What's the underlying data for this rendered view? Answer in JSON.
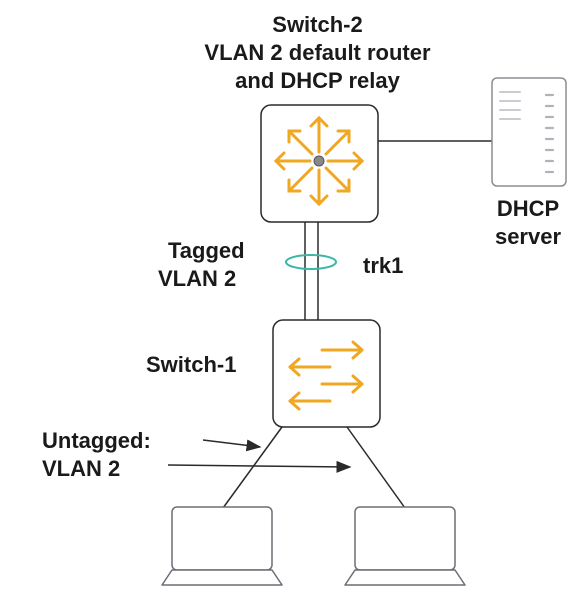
{
  "switch2": {
    "name": "Switch-2",
    "role_line1": "VLAN 2 default router",
    "role_line2": "and DHCP relay"
  },
  "dhcp_server": {
    "line1": "DHCP",
    "line2": "server"
  },
  "trunk": {
    "tagged_line1": "Tagged",
    "tagged_line2": "VLAN 2",
    "name": "trk1"
  },
  "switch1": {
    "name": "Switch-1"
  },
  "access": {
    "line1": "Untagged:",
    "line2": "VLAN 2"
  },
  "colors": {
    "arrow": "#f0a722",
    "line": "#2a2a2a",
    "trunk_ring": "#3ab7a7",
    "server_slot": "#c9ccd2"
  }
}
